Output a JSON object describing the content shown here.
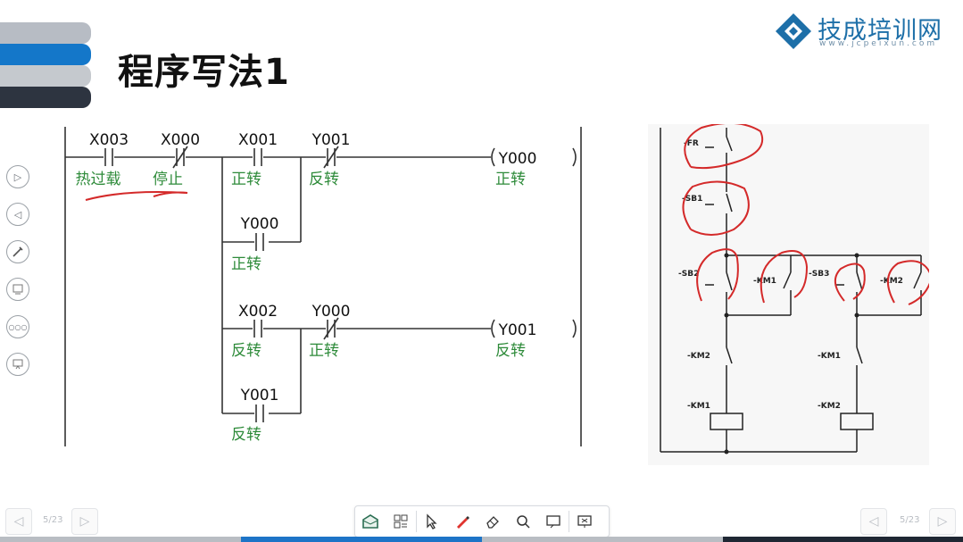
{
  "slide": {
    "title": "程序写法1",
    "stripe_colors": [
      "#b7bcc4",
      "#1477c9",
      "#c5c9ce",
      "#2d3440"
    ]
  },
  "logo": {
    "name": "技成培训网",
    "url_text": "www.jcpeixun.com",
    "color": "#1d6fa8"
  },
  "sidebar": {
    "buttons": [
      "next-icon",
      "previous-icon",
      "pen-icon",
      "screenshot-icon",
      "more-icon",
      "whiteboard-icon"
    ]
  },
  "ladder": {
    "rung1": {
      "contacts": [
        {
          "address": "X003",
          "comment": "热过载",
          "type": "NO"
        },
        {
          "address": "X000",
          "comment": "停止",
          "type": "NC"
        },
        {
          "address": "X001",
          "comment": "正转",
          "type": "NO"
        },
        {
          "address": "Y001",
          "comment": "反转",
          "type": "NC"
        }
      ],
      "branch": {
        "address": "Y000",
        "comment": "正转",
        "type": "NO"
      },
      "coil": {
        "address": "Y000",
        "comment": "正转"
      }
    },
    "rung2": {
      "contacts": [
        {
          "address": "X002",
          "comment": "反转",
          "type": "NO"
        },
        {
          "address": "Y000",
          "comment": "正转",
          "type": "NC"
        }
      ],
      "branch": {
        "address": "Y001",
        "comment": "反转",
        "type": "NO"
      },
      "coil": {
        "address": "Y001",
        "comment": "反转"
      }
    },
    "colors": {
      "line": "#333333",
      "comment": "#2e8b3a",
      "annotation": "#d42a2a"
    }
  },
  "circuit": {
    "labels": [
      "-FR",
      "-SB1",
      "-SB2",
      "-KM1",
      "-SB3",
      "-KM2",
      "-KM2",
      "-KM1",
      "-KM1",
      "-KM2"
    ]
  },
  "nav": {
    "page_left": "5/23",
    "page_right": "5/23"
  },
  "toolbar": {
    "tools": [
      "envelope-icon",
      "grid-icon",
      "cursor-icon",
      "pen-icon",
      "eraser-icon",
      "search-icon",
      "pointer-board-icon",
      "exit-icon"
    ],
    "accent": "#e0342f"
  },
  "progress": {
    "value_fraction": 0.5
  }
}
